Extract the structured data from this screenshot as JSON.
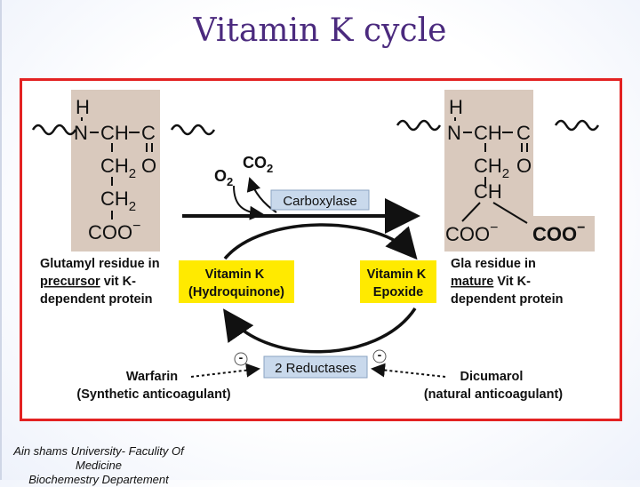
{
  "title": "Vitamin K cycle",
  "left_molecule": {
    "h": "H",
    "n": "N",
    "ch1": "CH",
    "c": "C",
    "o": "O",
    "ch2a": "CH",
    "ch2a_sub": "2",
    "ch2b": "CH",
    "ch2b_sub": "2",
    "coo": "COO",
    "minus": "−"
  },
  "right_molecule": {
    "h": "H",
    "n": "N",
    "ch1": "CH",
    "c": "C",
    "o": "O",
    "ch2": "CH",
    "ch2_sub": "2",
    "ch": "CH",
    "coo1": "COO",
    "coo2": "COO",
    "minus": "−"
  },
  "gases": {
    "o2": "O",
    "o2_sub": "2",
    "co2": "CO",
    "co2_sub": "2"
  },
  "carboxylase": "Carboxylase",
  "glutamyl_label": [
    "Glutamyl residue in",
    "precursor",
    "vit K-",
    "dependent protein"
  ],
  "gla_label": [
    "Gla residue in",
    "mature",
    "Vit K-",
    "dependent protein"
  ],
  "vit_k_hydroquinone": [
    "Vitamin K",
    "(Hydroquinone)"
  ],
  "vit_k_epoxide": [
    "Vitamin K",
    "Epoxide"
  ],
  "reductases": "2 Reductases",
  "warfarin": [
    "Warfarin",
    "(Synthetic anticoagulant)"
  ],
  "dicumarol": [
    "Dicumarol",
    "(natural anticoagulant)"
  ],
  "minus_sign": "-",
  "footer": [
    "Ain shams University- Faculity Of",
    "Medicine",
    "Biochemestry Departement"
  ],
  "colors": {
    "title": "#4b2a7e",
    "frame": "#e32222",
    "molecule_bg": "#d9c9bd",
    "yellow_box": "#ffea00",
    "blue_box": "#c9d9ec"
  }
}
